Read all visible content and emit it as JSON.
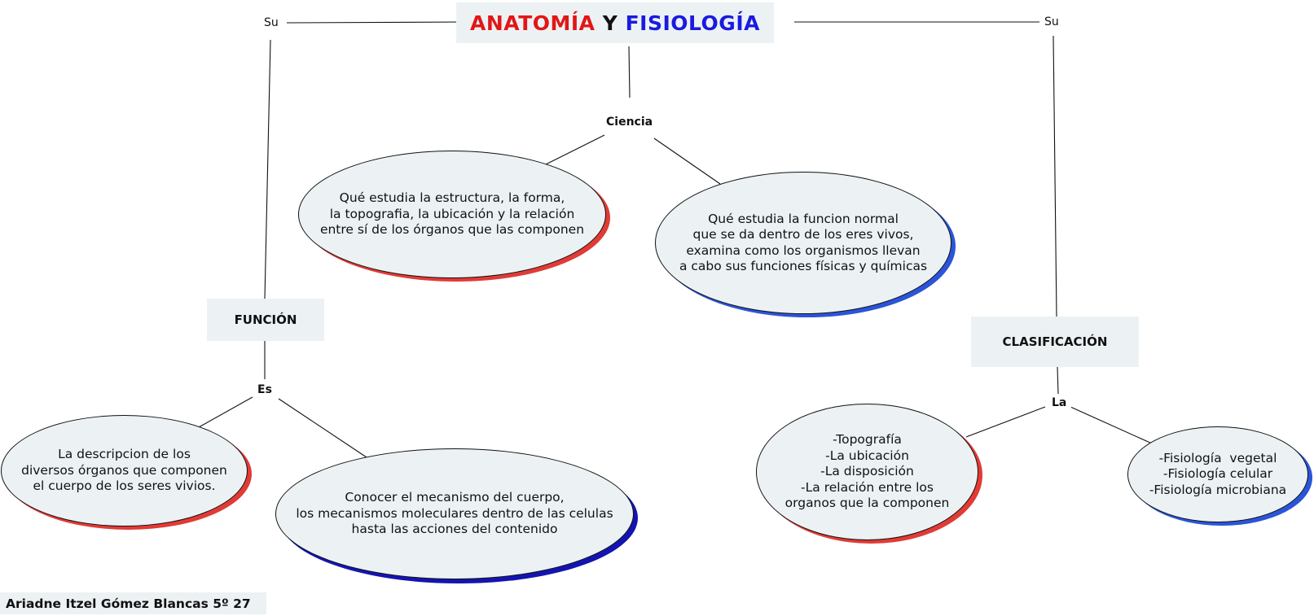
{
  "title": {
    "part1": "ANATOMÍA",
    "part2": "Y",
    "part3": "FISIOLOGÍA"
  },
  "linking_words": {
    "su_left": "Su",
    "su_right": "Su",
    "ciencia": "Ciencia",
    "es": "Es",
    "la": "La"
  },
  "concepts": {
    "funcion": "FUNCIÓN",
    "clasificacion": "CLASIFICACIÓN"
  },
  "ellipses": {
    "anatomia_def": [
      "Qué estudia la estructura, la forma,",
      "la topografia, la ubicación y la relación",
      "entre sí de los órganos que las componen"
    ],
    "fisiologia_def": [
      "Qué estudia la funcion normal",
      "que se da dentro de los eres vivos,",
      "examina como los organismos llevan",
      "a cabo sus funciones físicas y químicas"
    ],
    "funcion_anat": [
      "La descripcion de los",
      "diversos órganos que componen",
      "el cuerpo de los seres vivios."
    ],
    "funcion_fisio": [
      "Conocer el mecanismo del cuerpo,",
      "los mecanismos moleculares dentro de las celulas",
      "hasta las acciones del contenido"
    ],
    "clas_anat": [
      "-Topografía",
      "-La ubicación",
      "-La disposición",
      "-La relación entre los",
      "organos que la componen"
    ],
    "clas_fisio": [
      "-Fisiología  vegetal",
      "-Fisiología celular",
      "-Fisiología microbiana"
    ]
  },
  "author": "Ariadne Itzel Gómez Blancas 5º 27",
  "colors": {
    "anatomia": "#e21616",
    "fisiologia": "#1a1ae0",
    "node_fill": "#ecf2f4",
    "shadow_red": "#e23a35",
    "shadow_blue": "#2a55d8"
  }
}
